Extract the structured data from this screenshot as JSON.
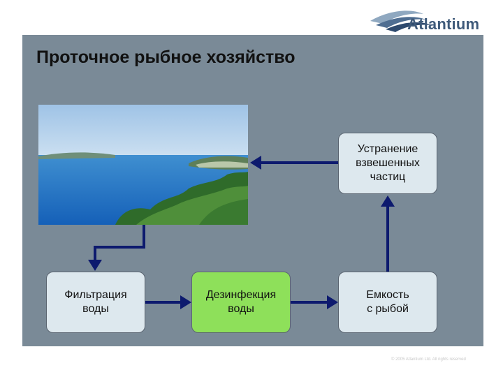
{
  "logo": {
    "text": "Atlantium",
    "icon": "wave-logo-icon"
  },
  "title": "Проточное рыбное хозяйство",
  "boxes": {
    "removal": "Устранение\nвзвешенных\nчастиц",
    "filtration": "Фильтрация\nводы",
    "disinfection": "Дезинфекция\nводы",
    "fish_tank": "Емкость\nс рыбой"
  },
  "footer": "© 2005 Atlantium Ltd. All rights reserved",
  "colors": {
    "panel": "#7a8a97",
    "box_light": "#dde8ee",
    "box_highlight": "#8ee05a",
    "arrow": "#0d1a6e",
    "logo": "#3f5a7a"
  }
}
